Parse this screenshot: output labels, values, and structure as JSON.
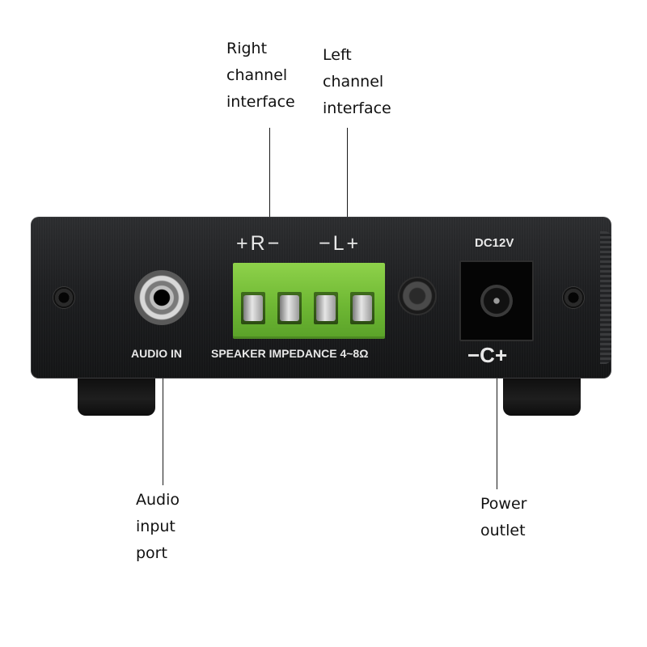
{
  "callouts": {
    "right_channel": [
      "Right",
      "channel",
      "interface"
    ],
    "left_channel": [
      "Left",
      "channel",
      "interface"
    ],
    "audio_input": [
      "Audio",
      "input",
      "port"
    ],
    "power": [
      "Power",
      "outlet"
    ]
  },
  "panel": {
    "right_channel_marking": "+R−",
    "left_channel_marking": "−L+",
    "power_spec": "DC12V",
    "audio_in": "AUDIO IN",
    "speaker_impedance": "SPEAKER IMPEDANCE 4~8Ω",
    "polarity_symbol": "−C+"
  },
  "colors": {
    "terminal_green": "#7cc53e",
    "device_body": "#1c1d1f",
    "panel_text": "#e8e8e8"
  }
}
